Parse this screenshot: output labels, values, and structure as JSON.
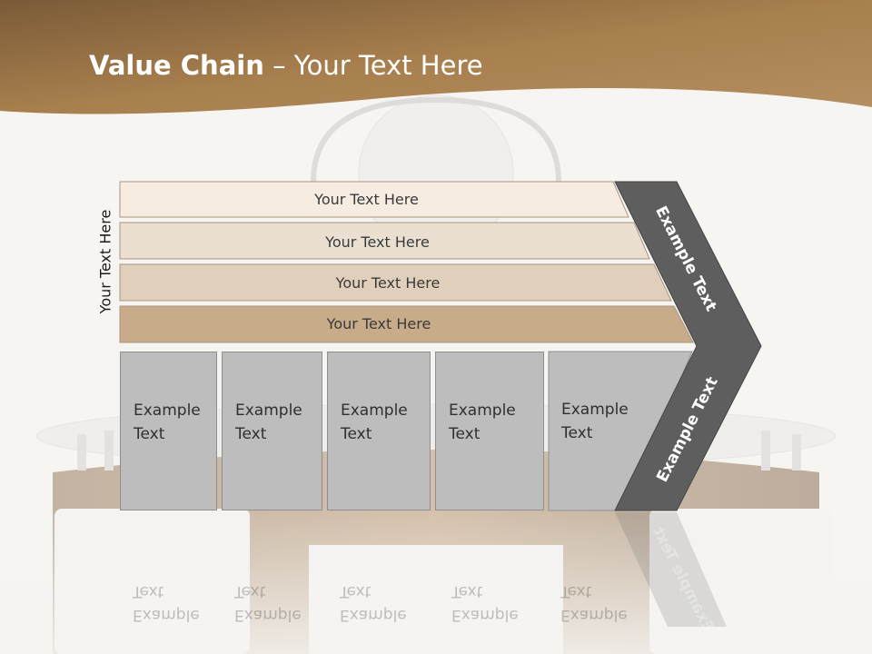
{
  "title": {
    "bold": "Value Chain",
    "rest": " – Your Text Here"
  },
  "side_label": "Your Text Here",
  "rows": [
    {
      "label": "Your Text Here",
      "fill": "#f6ece2"
    },
    {
      "label": "Your Text Here",
      "fill": "#eadfd1"
    },
    {
      "label": "Your Text Here",
      "fill": "#e0cfba"
    },
    {
      "label": "Your Text Here",
      "fill": "#c8ab89"
    }
  ],
  "columns": [
    {
      "label": "Example\nText"
    },
    {
      "label": "Example\nText"
    },
    {
      "label": "Example\nText"
    },
    {
      "label": "Example\nText"
    },
    {
      "label": "Example\nText"
    }
  ],
  "chevron": {
    "upper_label": "Example Text",
    "lower_label": "Example Text"
  },
  "colors": {
    "header": "#a27a4b",
    "chevron": "#5e5e5e",
    "column": "#bdbdbd"
  }
}
